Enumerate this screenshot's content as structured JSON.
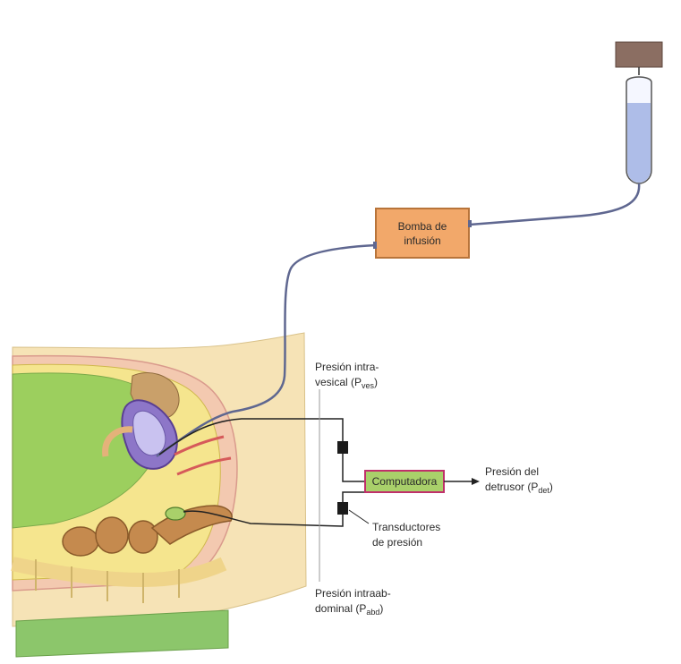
{
  "devices": {
    "pump": {
      "line1": "Bomba de",
      "line2": "infusión"
    },
    "computer": {
      "label": "Computadora"
    }
  },
  "labels": {
    "pves": {
      "line1": "Presión intra-",
      "line2_prefix": "vesical (P",
      "line2_sub": "ves",
      "line2_suffix": ")"
    },
    "pdet": {
      "line1": "Presión del",
      "line2_prefix": "detrusor (P",
      "line2_sub": "det",
      "line2_suffix": ")"
    },
    "transducers": {
      "line1": "Transductores",
      "line2": "de presión"
    },
    "pabd": {
      "line1": "Presión intraab-",
      "line2_prefix": "dominal (P",
      "line2_sub": "abd",
      "line2_suffix": ")"
    }
  },
  "colors": {
    "pump_fill": "#f2a86a",
    "pump_border": "#b8743a",
    "computer_fill": "#a9d06a",
    "computer_border": "#c0306a",
    "skin": "#f6e3b6",
    "bladder_green": "#9ccf5e",
    "rectum": "#c58a4e",
    "fluid": "#aebde8",
    "tube": "#5f6790",
    "wire": "#222222",
    "table_green": "#8cc66b"
  }
}
